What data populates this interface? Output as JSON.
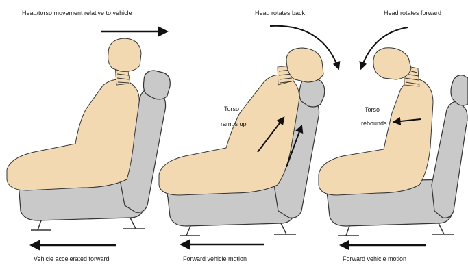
{
  "labels": {
    "top_left": "Head/torso movement relative to vehicle",
    "top_middle": "Head rotates back",
    "top_right": "Head rotates forward",
    "torso_ramps_line1": "Torso",
    "torso_ramps_line2": "ramps up",
    "torso_rebounds_line1": "Torso",
    "torso_rebounds_line2": "rebounds",
    "bottom_left": "Vehicle accelerated forward",
    "bottom_middle": "Forward vehicle motion",
    "bottom_right": "Forward vehicle motion"
  },
  "colors": {
    "body_fill": "#f3d9b1",
    "seat_fill": "#c9c9c9",
    "outline": "#333333",
    "arrow": "#111111"
  }
}
